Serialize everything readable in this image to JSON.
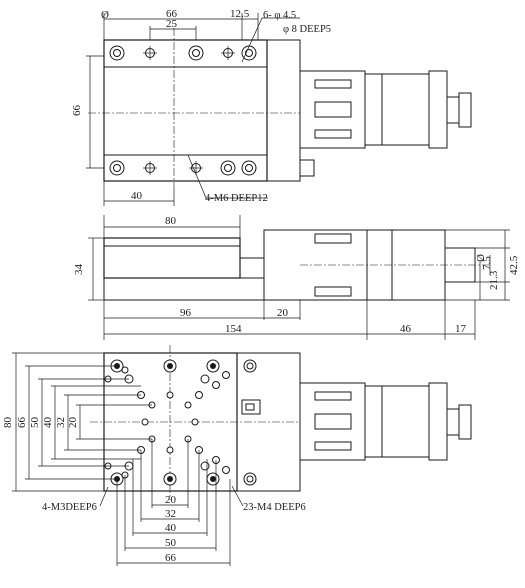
{
  "top_view": {
    "dims": {
      "phi": "Ø",
      "d66_top": "66",
      "d25": "25",
      "d12_5": "12.5",
      "d66_left": "66",
      "d40": "40"
    },
    "notes": {
      "counterbore_line1": "6- φ 4.5",
      "counterbore_line2": "φ 8 DEEP5",
      "tapped_holes": "4-M6 DEEP12"
    }
  },
  "side_view": {
    "dims": {
      "d80": "80",
      "d34": "34",
      "d96": "96",
      "d20": "20",
      "d154": "154",
      "d46": "46",
      "d17": "17",
      "d7_5": "7.5",
      "d42_5": "42.5",
      "d21_3": "21.3",
      "phi": "Ø"
    }
  },
  "bottom_view": {
    "dims": {
      "d80": "80",
      "d66": "66",
      "d50": "50",
      "d40": "40",
      "d32": "32",
      "d20": "20",
      "b20": "20",
      "b32": "32",
      "b40": "40",
      "b50": "50",
      "b66": "66"
    },
    "notes": {
      "m3_holes": "4-M3DEEP6",
      "m4_holes": "23-M4 DEEP6"
    }
  }
}
